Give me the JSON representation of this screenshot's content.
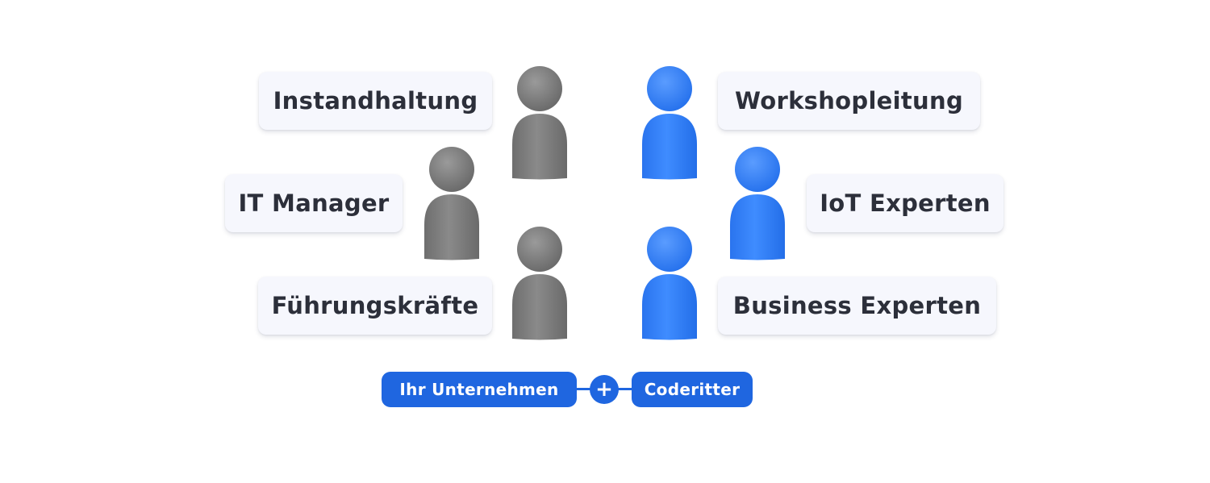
{
  "colors": {
    "gray_person": "#7a7a7a",
    "blue_person": "#2f7bf2",
    "pill_blue": "#1f66e0"
  },
  "left_roles": [
    {
      "label": "Instandhaltung",
      "icon": "person-gray-icon"
    },
    {
      "label": "IT Manager",
      "icon": "person-gray-icon"
    },
    {
      "label": "Führungskräfte",
      "icon": "person-gray-icon"
    }
  ],
  "right_roles": [
    {
      "label": "Workshopleitung",
      "icon": "person-blue-icon"
    },
    {
      "label": "IoT Experten",
      "icon": "person-blue-icon"
    },
    {
      "label": "Business Experten",
      "icon": "person-blue-icon"
    }
  ],
  "partnership": {
    "left_label": "Ihr Unternehmen",
    "connector_symbol": "+",
    "right_label": "Coderitter"
  }
}
